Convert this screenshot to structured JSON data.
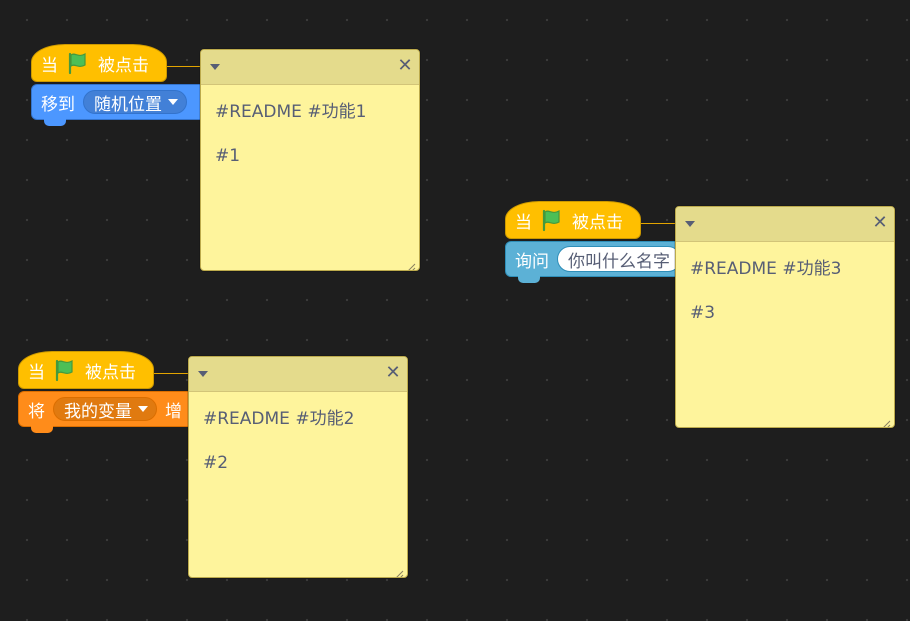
{
  "colors": {
    "canvas": "#1e1e1e",
    "events": "#ffbf00",
    "motion": "#4c97ff",
    "sensing": "#5cb1d6",
    "variables": "#ff8c1a",
    "comment": "#fef49c"
  },
  "scripts": [
    {
      "hat": {
        "prefix": "当",
        "suffix": "被点击",
        "icon": "green-flag-icon"
      },
      "block": {
        "category": "motion",
        "label": "移到",
        "dropdown": "随机位置"
      },
      "comment": {
        "text": "#README #功能1\n\n#1"
      }
    },
    {
      "hat": {
        "prefix": "当",
        "suffix": "被点击",
        "icon": "green-flag-icon"
      },
      "block": {
        "category": "variables",
        "label": "将",
        "dropdown": "我的变量",
        "trailing": "增"
      },
      "comment": {
        "text": "#README #功能2\n\n#2"
      }
    },
    {
      "hat": {
        "prefix": "当",
        "suffix": "被点击",
        "icon": "green-flag-icon"
      },
      "block": {
        "category": "sensing",
        "label": "询问",
        "input": "你叫什么名字"
      },
      "comment": {
        "text": "#README #功能3\n\n#3"
      }
    }
  ],
  "comment_icons": {
    "collapse": "collapse-caret-icon",
    "close": "close-icon",
    "resize": "resize-handle-icon"
  }
}
